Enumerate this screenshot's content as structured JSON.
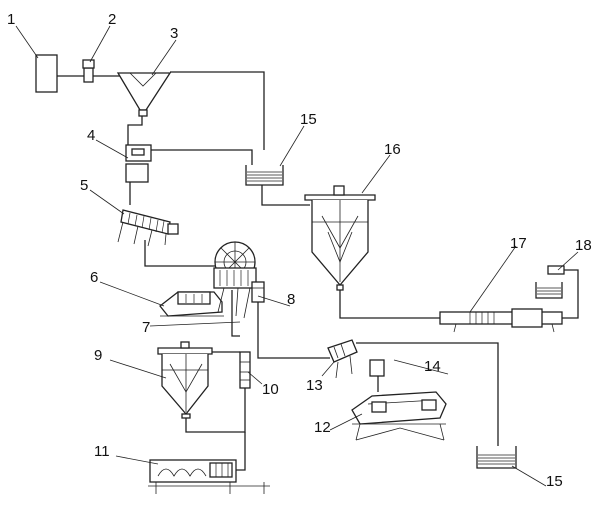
{
  "labels": {
    "n1": "1",
    "n2": "2",
    "n3": "3",
    "n4": "4",
    "n5": "5",
    "n6": "6",
    "n7": "7",
    "n8": "8",
    "n9": "9",
    "n10": "10",
    "n11": "11",
    "n12": "12",
    "n13": "13",
    "n14": "14",
    "n15a": "15",
    "n15b": "15",
    "n16": "16",
    "n17": "17",
    "n18": "18"
  },
  "colors": {
    "line": "#222222",
    "background": "#ffffff"
  }
}
